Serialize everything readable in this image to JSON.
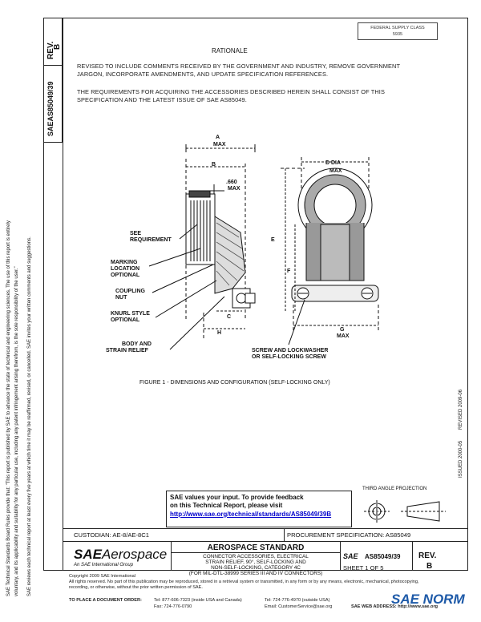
{
  "header": {
    "rev_label": "REV.",
    "rev_value": "B",
    "doc_vertical": "AS85049/39",
    "sae_mark": "SAE",
    "stamp_line1": "FEDERAL SUPPLY CLASS",
    "stamp_line2": "5935",
    "rationale_title": "RATIONALE"
  },
  "body": {
    "rationale_text_1": "REVISED TO INCLUDE COMMENTS RECEIVED BY THE GOVERNMENT AND INDUSTRY, REMOVE GOVERNMENT",
    "rationale_text_2": "JARGON, INCORPORATE AMENDMENTS, AND UPDATE SPECIFICATION REFERENCES.",
    "requirements_text_1": "THE REQUIREMENTS FOR ACQUIRING THE ACCESSORIES DESCRIBED HEREIN SHALL CONSIST OF THIS",
    "requirements_text_2": "SPECIFICATION AND THE LATEST ISSUE OF SAE AS85049."
  },
  "figure": {
    "label_a": "A",
    "label_a_max": "MAX",
    "label_b": "B",
    "label_660": ".660",
    "label_660_max": "MAX",
    "label_d_dia": "D DIA",
    "label_d_max": "MAX",
    "label_see_1": "SEE",
    "label_see_2": "REQUIREMENT",
    "label_marking_1": "MARKING",
    "label_marking_2": "LOCATION",
    "label_marking_3": "OPTIONAL",
    "label_coupling_1": "COUPLING",
    "label_coupling_2": "NUT",
    "label_knurl_1": "KNURL STYLE",
    "label_knurl_2": "OPTIONAL",
    "label_body_1": "BODY AND",
    "label_body_2": "STRAIN RELIEF",
    "label_c": "C",
    "label_h": "H",
    "label_e": "E",
    "label_f": "F",
    "label_g": "G",
    "label_g_max": "MAX",
    "label_screw_1": "SCREW AND LOCKWASHER",
    "label_screw_2": "OR SELF-LOCKING SCREW",
    "caption": "FIGURE 1 - DIMENSIONS AND CONFIGURATION (SELF-LOCKING ONLY)"
  },
  "right_margin": {
    "issued": "ISSUED 2000-05",
    "revised": "REVISED 2009-06"
  },
  "left_margin": {
    "line1": "SAE Technical Standards Board Rules provide that: \"This report is published by SAE to advance the state of technical and engineering sciences. The use of this report is entirely",
    "line2": "voluntary, and its applicability and suitability for any particular use, including any patent infringement arising therefrom, is the sole responsibility of the user.\"",
    "line3": "SAE reviews each technical report at least every five years at which time it may be reaffirmed, revised, or cancelled. SAE invites your written comments and suggestions."
  },
  "feedback": {
    "line1": "SAE values your input. To provide feedback",
    "line2": "on this Technical Report, please visit",
    "link": "http://www.sae.org/technical/standards/AS85049/39B"
  },
  "third_angle": "THIRD ANGLE PROJECTION",
  "title_block": {
    "custodian": "CUSTODIAN: AE-8/AE-8C1",
    "procurement": "PROCUREMENT SPECIFICATION: AS85049",
    "logo_sae": "SAE",
    "logo_aero": "Aerospace",
    "logo_sub": "An SAE International Group",
    "standard_title": "AEROSPACE STANDARD",
    "desc_1": "CONNECTOR ACCESSORIES, ELECTRICAL",
    "desc_2": "STRAIN RELIEF, 90°, SELF-LOCKING AND",
    "desc_3": "NON-SELF-LOCKING, CATEGORY 4C",
    "desc_4": "(FOR MIL-DTL-38999 SERIES III AND IV CONNECTORS)",
    "doc_number": "AS85049/39",
    "sheet": "SHEET 1 OF 5",
    "rev_label": "REV.",
    "rev_value": "B"
  },
  "footer": {
    "copyright": "Copyright 2009 SAE International",
    "rights_1": "All rights reserved. No part of this publication may be reproduced, stored in a retrieval system or transmitted, in any form or by any means, electronic, mechanical, photocopying,",
    "rights_2": "recording, or otherwise, without the prior written permission of SAE.",
    "order_label": "TO PLACE A DOCUMENT ORDER:",
    "tel_1": "Tel: 877-606-7323 (inside USA and Canada)",
    "tel_2": "Tel: 724-776-4970 (outside USA)",
    "fax": "Fax: 724-776-0790",
    "email": "Email: CustomerService@sae.org",
    "web": "SAE WEB ADDRESS: http://www.sae.org",
    "watermark": "SAE NORM"
  }
}
